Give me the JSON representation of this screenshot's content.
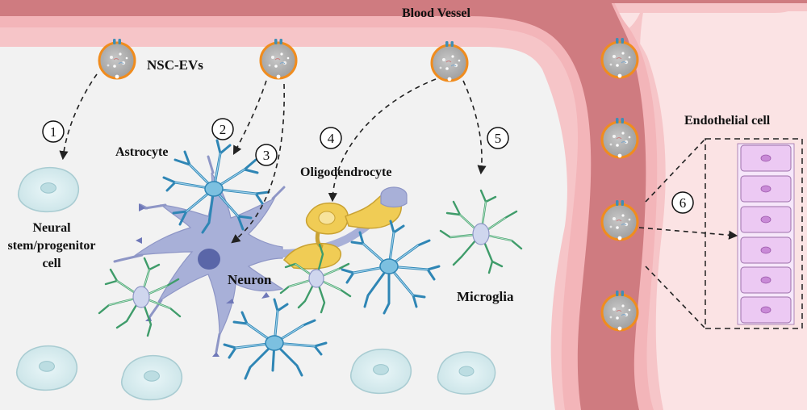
{
  "labels": {
    "blood_vessel": "Blood Vessel",
    "nsc_evs": "NSC-EVs",
    "astrocyte": "Astrocyte",
    "oligodendrocyte": "Oligodendrocyte",
    "neural_cell_line1": "Neural",
    "neural_cell_line2": "stem/progenitor",
    "neural_cell_line3": "cell",
    "neuron": "Neuron",
    "microglia": "Microglia",
    "endothelial_cell": "Endothelial cell"
  },
  "steps": [
    "1",
    "2",
    "3",
    "4",
    "5",
    "6"
  ],
  "colors": {
    "background": "#f2f2f2",
    "vessel_outer": "#f6c5c8",
    "vessel_inner": "#cf7b80",
    "ev_border": "#f08c1e",
    "ev_fill": "#a9a9a9",
    "astrocyte": "#2f86b5",
    "microglia": "#3f9c6a",
    "neuron": "#a8b0d8",
    "oligodendrocyte": "#f0cc55",
    "endothelial": "#e9c5f0",
    "stem_cell": "#d8ecef"
  },
  "icons": [
    "extracellular-vesicle-icon",
    "astrocyte-icon",
    "microglia-icon",
    "neuron-icon",
    "oligodendrocyte-icon",
    "endothelial-cell-icon",
    "stem-cell-icon"
  ]
}
